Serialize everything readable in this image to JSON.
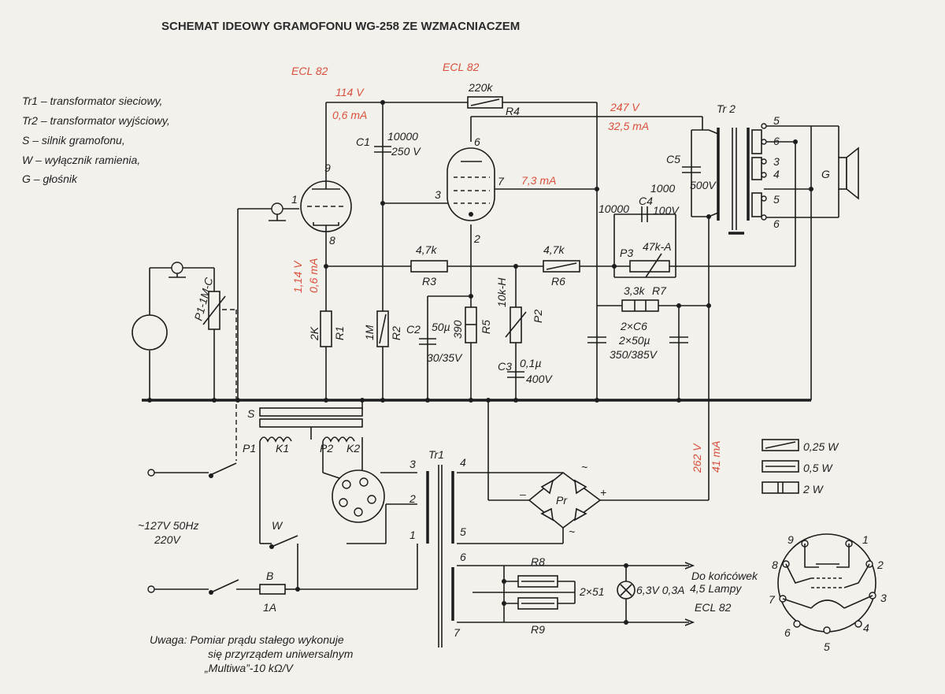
{
  "title": "SCHEMAT IDEOWY GRAMOFONU WG-258 ZE WZMACNIACZEM",
  "legend": [
    "Tr1 – transformator sieciowy,",
    "Tr2 – transformator wyjściowy,",
    "S – silnik gramofonu,",
    "W – wyłącznik ramienia,",
    "G – głośnik"
  ],
  "tubes": {
    "left": "ECL 82",
    "right": "ECL 82"
  },
  "voltages": {
    "v114": "114 V",
    "i06": "0,6 mA",
    "v247": "247 V",
    "i325": "32,5 mA",
    "i73": "7,3 mA",
    "v114b": "1,14 V",
    "i06b": "0,6 mA",
    "v262": "262 V",
    "i41": "41 mA"
  },
  "components": {
    "c1_name": "C1",
    "c1_val1": "10000",
    "c1_val2": "250 V",
    "r4_val": "220k",
    "r4_name": "R4",
    "c5_name": "C5",
    "c5_val": "500V",
    "c4_pre": "1000",
    "c4_val": "10000",
    "c4_name": "C4",
    "c4_v": "100V",
    "r3_val": "4,7k",
    "r3_name": "R3",
    "r6_val": "4,7k",
    "r6_name": "R6",
    "p3_name": "P3",
    "p3_val": "47k-A",
    "r7_val": "3,3k",
    "r7_name": "R7",
    "c6_name": "2×C6",
    "c6_val1": "2×50µ",
    "c6_val2": "350/385V",
    "r1_val": "2K",
    "r1_name": "R1",
    "r2_val": "1M",
    "r2_name": "R2",
    "c2_name": "C2",
    "c2_val1": "50µ",
    "c2_val2": "30/35V",
    "r5_val": "390",
    "r5_name": "R5",
    "p2_val": "10k-H",
    "p2_name": "P2",
    "c3_name": "C3",
    "c3_val1": "0,1µ",
    "c3_val2": "400V",
    "p1_val": "P1-1M-C",
    "tr2": "Tr 2",
    "tr1": "Tr1",
    "speaker": "G",
    "s_name": "S",
    "p1_lbl": "P1",
    "k1_lbl": "K1",
    "p2_lbl": "P2",
    "k2_lbl": "K2",
    "w_lbl": "W",
    "b_lbl": "B",
    "fuse_val": "1A",
    "mains1": "~127V 50Hz",
    "mains2": "220V",
    "pr": "Pr",
    "r8": "R8",
    "r9": "R9",
    "r89_val": "2×51",
    "lamp": "6,3V 0,3A",
    "to_heaters1": "Do końcówek",
    "to_heaters2": "4,5 Lampy",
    "to_heaters3": "ECL 82"
  },
  "pins": {
    "t1_9": "9",
    "t1_1": "1",
    "t1_8": "8",
    "t2_6": "6",
    "t2_7": "7",
    "t2_3": "3",
    "t2_2": "2",
    "tr2_5a": "5",
    "tr2_6a": "6",
    "tr2_3": "3",
    "tr2_4": "4",
    "tr2_5b": "5",
    "tr2_6b": "6",
    "tr1_3": "3",
    "tr1_2": "2",
    "tr1_1": "1",
    "tr1_4": "4",
    "tr1_5": "5",
    "tr1_6": "6",
    "tr1_7": "7",
    "bridge_top": "~",
    "bridge_bot": "~",
    "bridge_minus": "–",
    "bridge_plus": "+"
  },
  "resistor_legend": [
    "0,25 W",
    "0,5 W",
    "2 W"
  ],
  "socket_pins": [
    "9",
    "1",
    "8",
    "2",
    "7",
    "3",
    "6",
    "4",
    "5"
  ],
  "note": [
    "Uwaga: Pomiar prądu stałego wykonuje",
    "się przyrządem uniwersalnym",
    "„Multiwa”-10 kΩ/V"
  ],
  "colors": {
    "paper": "#f3f1ec",
    "ink": "#1d1d1d",
    "red": "#d9503a"
  }
}
